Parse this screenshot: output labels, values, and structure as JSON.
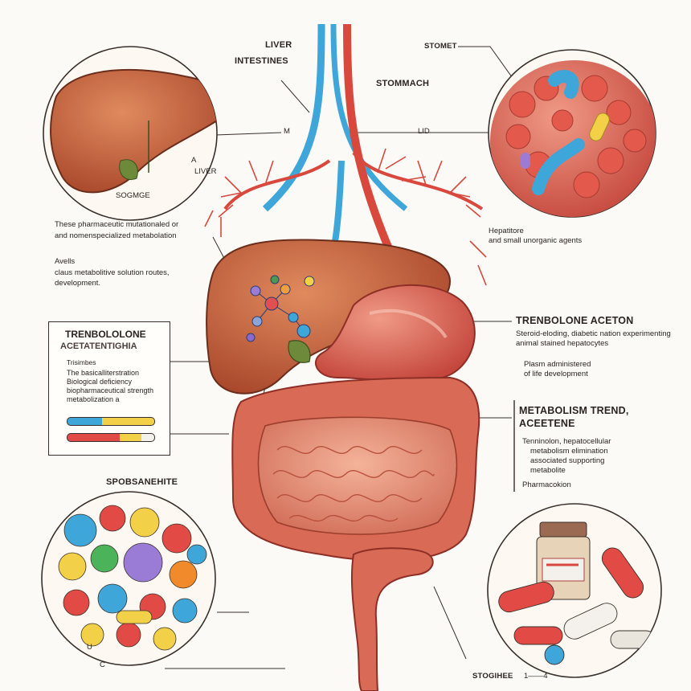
{
  "labels": {
    "liver_top": "LIVER",
    "intestines": "INTESTINES",
    "stomach_center": "STOMMACH",
    "stomach_top_right": "STOMET",
    "liver_inset": "LIVER",
    "inset_label_a": "A",
    "liver_inset_sub": "SOGMGE",
    "left_note_1": "These pharmaceutic mutationaled or",
    "left_note_2": "and nomenspecialized metabolation",
    "left_note_3": "Avells",
    "left_note_4": "claus metabolitive solution routes,",
    "left_note_5": "development.",
    "right_note_1": "Hepatitore",
    "right_note_2": "and small unorganic agents",
    "tren_title": "TRENBOLONE ACETON",
    "tren_line_1": "Steroid-eloding, diabetic nation experimenting",
    "tren_line_2": "animal stained hepatocytes",
    "tren_line_3": "Plasm administered",
    "tren_line_4": "of life development",
    "meta_title_1": "METABOLISM TREND,",
    "meta_title_2": "ACEETENE",
    "meta_bullet_1": "Tenninolon, hepatocellular",
    "meta_bullet_2": "metabolism elimination",
    "meta_bullet_3": "associated supporting",
    "meta_bullet_4": "metabolite",
    "meta_bullet_5": "Pharmacokion",
    "spheres_label": "SPOBSANEHITE",
    "bottom_label": "STOGIHEE",
    "bottom_label_2": "1——4",
    "small_u": "U",
    "small_c": "C",
    "tick_label_1": "M",
    "tick_label_2": "LID"
  },
  "box": {
    "title": "TRENBOLOLONE",
    "subtitle": "ACETATENTIGHIA",
    "bullet_1": "Trisimbes",
    "lines": "The basicalliterstration\nBiological deficiency\nbiopharmaceutical strength\nmetabolization a"
  },
  "colors": {
    "liver": "#c0603a",
    "vessel_red": "#d9483d",
    "vessel_blue": "#3ea6d8",
    "intestine": "#d96a55",
    "outline": "#3a302b"
  }
}
